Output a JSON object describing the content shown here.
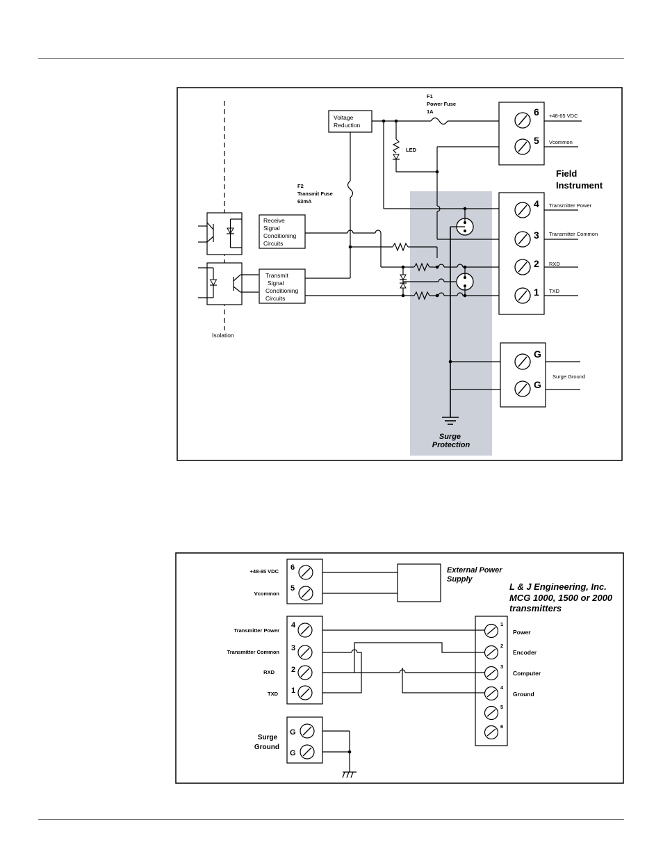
{
  "diagram1": {
    "isolation_label": "Isolation",
    "voltage_reduction": [
      "Voltage",
      "Reduction"
    ],
    "fuse_f1": [
      "F1",
      "Power Fuse",
      "1A"
    ],
    "fuse_f2": [
      "F2",
      "Transmit Fuse",
      "63mA"
    ],
    "led_label": "LED",
    "receive_block": [
      "Receive",
      "Signal",
      "Conditioning",
      "Circuits"
    ],
    "transmit_block": [
      "Transmit",
      "Signal",
      "Conditioning",
      "Circuits"
    ],
    "surge_protection": [
      "Surge",
      "Protection"
    ],
    "field_instrument": [
      "Field",
      "Instrument"
    ],
    "terminals": [
      {
        "num": "6",
        "label": "+48-65 VDC"
      },
      {
        "num": "5",
        "label": "Vcommon"
      },
      {
        "num": "4",
        "label": "Transmitter Power"
      },
      {
        "num": "3",
        "label": "Transmitter Common"
      },
      {
        "num": "2",
        "label": "RXD"
      },
      {
        "num": "1",
        "label": "TXD"
      }
    ],
    "ground_terminals": [
      {
        "num": "G"
      },
      {
        "num": "G"
      }
    ],
    "surge_ground_label": "Surge Ground"
  },
  "diagram2": {
    "power_terminals": [
      {
        "num": "6",
        "label": "+48-65 VDC"
      },
      {
        "num": "5",
        "label": "Vcommon"
      }
    ],
    "comm_terminals": [
      {
        "num": "4",
        "label": "Transmitter Power"
      },
      {
        "num": "3",
        "label": "Transmitter Common"
      },
      {
        "num": "2",
        "label": "RXD"
      },
      {
        "num": "1",
        "label": "TXD"
      }
    ],
    "ground_terminals": [
      {
        "num": "G"
      },
      {
        "num": "G"
      }
    ],
    "surge_ground": [
      "Surge",
      "Ground"
    ],
    "external_power": [
      "External Power",
      "Supply"
    ],
    "manufacturer": [
      "L & J Engineering, Inc.",
      "MCG 1000, 1500 or 2000",
      "transmitters"
    ],
    "transmitter_terminals": [
      {
        "num": "1",
        "label": "Power"
      },
      {
        "num": "2",
        "label": "Encoder"
      },
      {
        "num": "3",
        "label": "Computer"
      },
      {
        "num": "4",
        "label": "Ground"
      },
      {
        "num": "5",
        "label": ""
      },
      {
        "num": "6",
        "label": ""
      }
    ]
  }
}
